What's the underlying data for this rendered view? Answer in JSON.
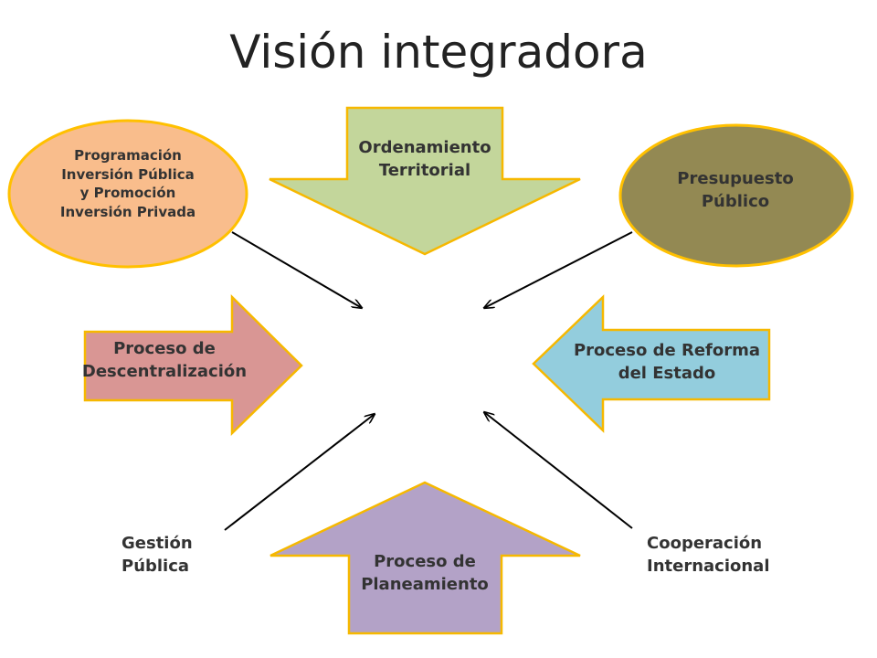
{
  "title": "Visión integradora",
  "colors": {
    "ellipse_left": "#f9bd8c",
    "ellipse_right": "#938953",
    "ellipse_border": "#ffc000",
    "arrow_top": "#c3d69b",
    "arrow_left": "#d99694",
    "arrow_right": "#93cddd",
    "arrow_bottom": "#b3a2c7",
    "arrow_border": "#f6b800",
    "connector": "#000000"
  },
  "nodes": {
    "programacion": {
      "lines": [
        "Programación",
        "Inversión Pública",
        "y Promoción",
        "Inversión Privada"
      ]
    },
    "presupuesto": {
      "lines": [
        "Presupuesto",
        "Público"
      ]
    },
    "ordenamiento": {
      "lines": [
        "Ordenamiento",
        "Territorial"
      ]
    },
    "descentralizacion": {
      "lines": [
        "Proceso de",
        "Descentralización"
      ]
    },
    "reforma": {
      "lines": [
        "Proceso de Reforma",
        "del Estado"
      ]
    },
    "planeamiento": {
      "lines": [
        "Proceso de",
        "Planeamiento"
      ]
    },
    "gestion": {
      "lines": [
        "Gestión",
        "Pública"
      ]
    },
    "cooperacion": {
      "lines": [
        "Cooperación",
        "Internacional"
      ]
    }
  }
}
